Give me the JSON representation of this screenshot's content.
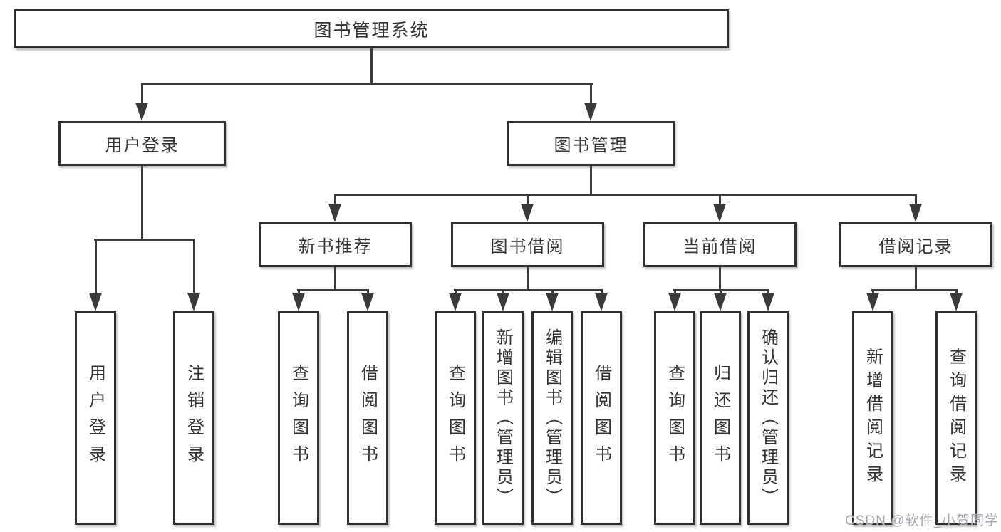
{
  "tree": {
    "root": {
      "label": "图书管理系统"
    },
    "children": [
      {
        "label": "用户登录",
        "children": [
          {
            "label": "用户登录"
          },
          {
            "label": "注销登录"
          }
        ]
      },
      {
        "label": "图书管理",
        "children": [
          {
            "label": "新书推荐",
            "children": [
              {
                "label": "查询图书"
              },
              {
                "label": "借阅图书"
              }
            ]
          },
          {
            "label": "图书借阅",
            "children": [
              {
                "label": "查询图书"
              },
              {
                "label": "新增图书（管理员）"
              },
              {
                "label": "编辑图书（管理员）"
              },
              {
                "label": "借阅图书"
              }
            ]
          },
          {
            "label": "当前借阅",
            "children": [
              {
                "label": "查询图书"
              },
              {
                "label": "归还图书"
              },
              {
                "label": "确认归还（管理员）"
              }
            ]
          },
          {
            "label": "借阅记录",
            "children": [
              {
                "label": "新增借阅记录"
              },
              {
                "label": "查询借阅记录"
              }
            ]
          }
        ]
      }
    ]
  },
  "watermark": "CSDN @软件_小贺同学",
  "colors": {
    "line": "#3a3a3a",
    "box_border": "#2f2f2f",
    "box_fill": "#ffffff",
    "text": "#333333",
    "watermark": "#a8a8b0"
  }
}
